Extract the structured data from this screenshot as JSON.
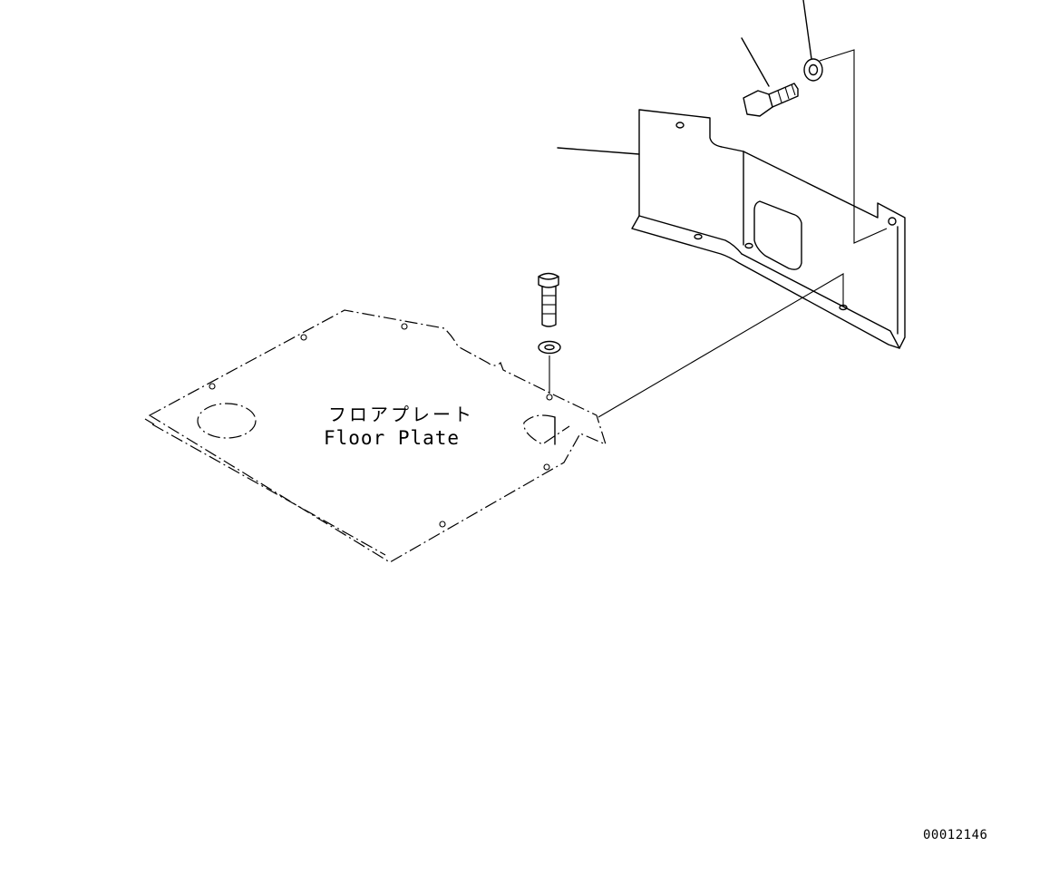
{
  "labels": {
    "floor_plate_jp": "フロアプレート",
    "floor_plate_en": "Floor Plate"
  },
  "document_number": "00012146"
}
